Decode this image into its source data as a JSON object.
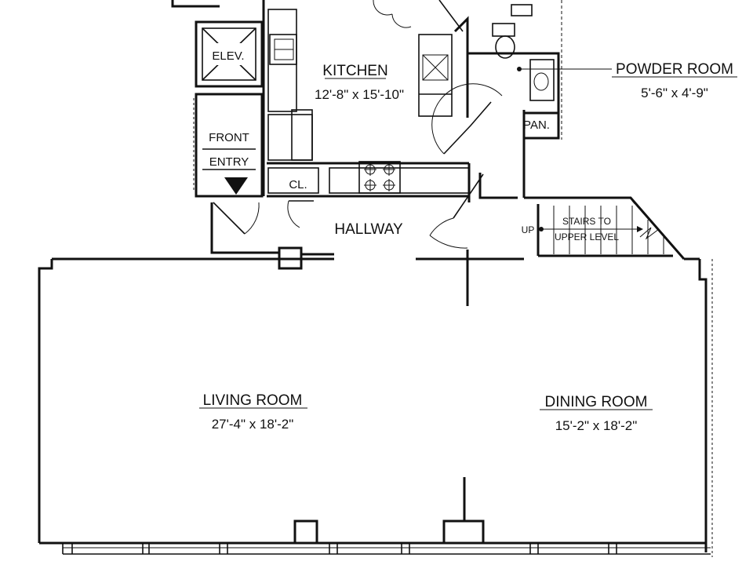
{
  "rooms": {
    "kitchen": {
      "name": "KITCHEN",
      "dims": "12'-8\" x 15'-10\""
    },
    "powder_room": {
      "name": "POWDER ROOM",
      "dims": "5'-6\" x 4'-9\""
    },
    "living_room": {
      "name": "LIVING ROOM",
      "dims": "27'-4\" x 18'-2\""
    },
    "dining_room": {
      "name": "DINING ROOM",
      "dims": "15'-2\" x 18'-2\""
    },
    "hallway": {
      "name": "HALLWAY"
    }
  },
  "labels": {
    "elevator": "ELEV.",
    "front_entry_line1": "FRONT",
    "front_entry_line2": "ENTRY",
    "closet": "CL.",
    "pantry": "PAN.",
    "stairs_up": "UP",
    "stairs_line1": "STAIRS TO",
    "stairs_line2": "UPPER LEVEL"
  }
}
